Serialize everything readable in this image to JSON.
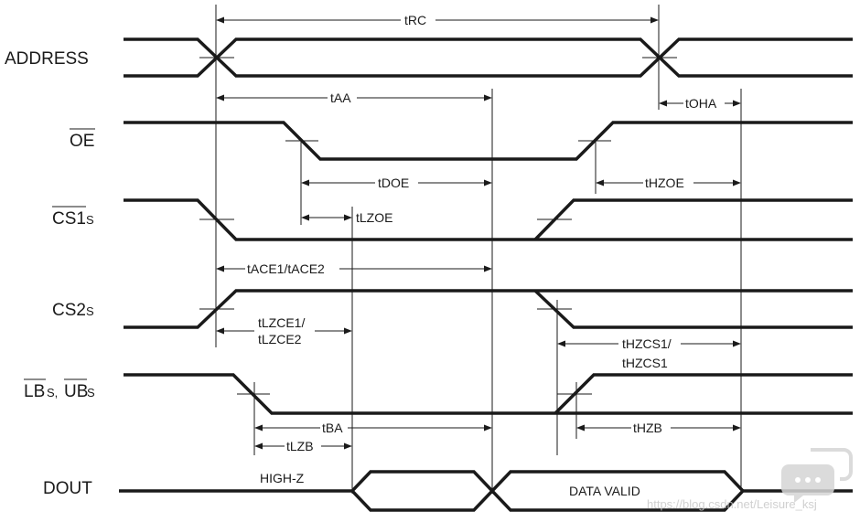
{
  "signals": {
    "address": "ADDRESS",
    "oe": "OE",
    "cs1": "CS1",
    "cs1_suffix": "S",
    "cs2": "CS2",
    "cs2_suffix": "S",
    "lb": "LB",
    "lb_suffix": "S,",
    "ub": "UB",
    "ub_suffix": "S",
    "dout": "DOUT"
  },
  "timings": {
    "trc": "tRC",
    "taa": "tAA",
    "toha": "tOHA",
    "tdoe": "tDOE",
    "thzoe": "tHZOE",
    "tlzoe": "tLZOE",
    "tace": "tACE1/tACE2",
    "tlzce_1": "tLZCE1/",
    "tlzce_2": "tLZCE2",
    "thzcs_1": "tHZCS1/",
    "thzcs_2": "tHZCS1",
    "tba": "tBA",
    "thzb": "tHZB",
    "tlzb": "tLZB"
  },
  "dout": {
    "high_z": "HIGH-Z",
    "data_valid": "DATA VALID"
  },
  "watermark": "https://blog.csdn.net/Leisure_ksj"
}
